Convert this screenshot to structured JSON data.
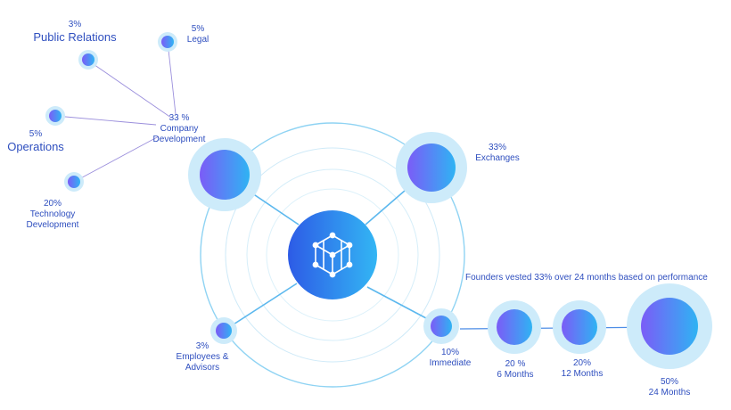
{
  "colors": {
    "ring": "#8fd3f3",
    "halo": "#cdebfa",
    "node_start": "#7b5cf7",
    "node_end": "#2fb3f3",
    "hub_start": "#2d5be6",
    "hub_end": "#33b6f4",
    "text": "#2f4fbf",
    "branch_line": "#9b8fdc"
  },
  "hub": {
    "icon": "cube-network-icon"
  },
  "labels": {
    "public_relations": {
      "pct": "3%",
      "name": "Public Relations"
    },
    "legal": {
      "pct": "5%",
      "name": "Legal"
    },
    "company_development": {
      "pct": "33 %",
      "line1": "Company",
      "line2": "Development"
    },
    "operations": {
      "pct": "5%",
      "name": "Operations"
    },
    "technology_development": {
      "pct": "20%",
      "line1": "Technology",
      "line2": "Development"
    },
    "exchanges": {
      "pct": "33%",
      "name": "Exchanges"
    },
    "employees_advisors": {
      "pct": "3%",
      "line1": "Employees &",
      "line2": "Advisors"
    },
    "immediate": {
      "pct": "10%",
      "name": "Immediate"
    },
    "founders_note": "Founders vested 33% over 24 months based on performance",
    "vest_6": {
      "pct": "20 %",
      "name": "6 Months"
    },
    "vest_12": {
      "pct": "20%",
      "name": "12 Months"
    },
    "vest_24": {
      "pct": "50%",
      "name": "24 Months"
    }
  }
}
